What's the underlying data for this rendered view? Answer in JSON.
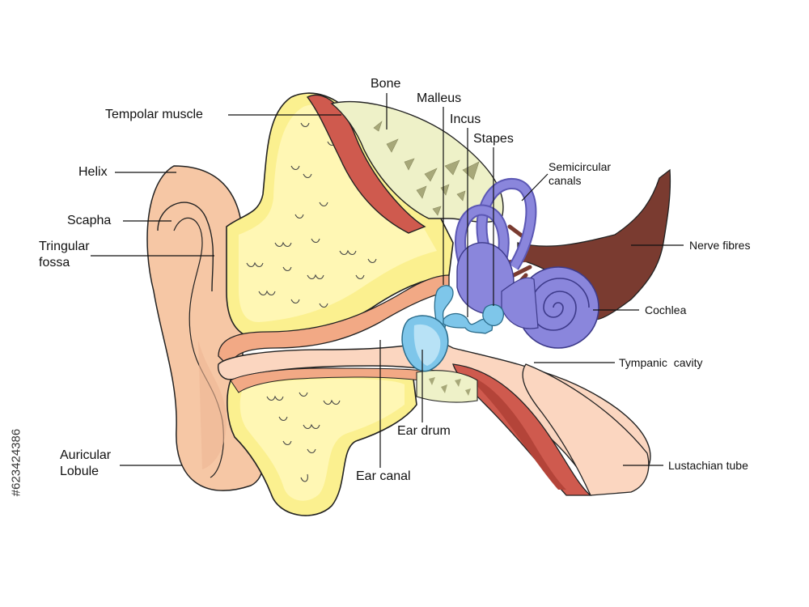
{
  "labels": {
    "bone": "Bone",
    "malleus": "Malleus",
    "incus": "Incus",
    "stapes": "Stapes",
    "temporal_muscle": "Tempolar muscle",
    "helix": "Helix",
    "scapha": "Scapha",
    "triangular_fossa_line1": "Tringular",
    "triangular_fossa_line2": "fossa",
    "semicircular_line1": "Semicircular",
    "semicircular_line2": "canals",
    "nerve_fibres": "Nerve fibres",
    "cochlea": "Cochlea",
    "tympanic_cavity": "Tympanic  cavity",
    "ear_drum": "Ear drum",
    "ear_canal": "Ear canal",
    "auricular_line1": "Auricular",
    "auricular_line2": "Lobule",
    "eustachian_tube": "Lustachian tube"
  },
  "stock_id": "#623424386",
  "colors": {
    "skin": "#f6c7a5",
    "skin_dark": "#e79a72",
    "bone_yellow": "#fbf08f",
    "bone_light": "#fff7b4",
    "muscle": "#cf5a4e",
    "muscle_light": "#e3877a",
    "spongy": "#eef1c8",
    "spongy_mark": "#a7a879",
    "inner_ear": "#8a86dc",
    "inner_ear_dark": "#5b57b4",
    "ossicle": "#7ec6ea",
    "nerve": "#7a3b30"
  }
}
